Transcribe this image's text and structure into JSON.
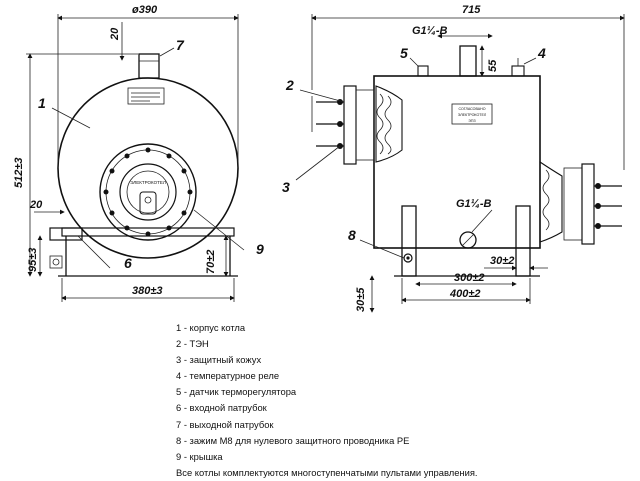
{
  "dimensions": {
    "diameter": "ø390",
    "length": "715",
    "height": "512±3",
    "base_width": "380±3",
    "outlet_offset": "20",
    "side_offset": "20",
    "inlet_height": "95±3",
    "foot_height": "70±2",
    "port_height": "55",
    "foot_inner": "30±2",
    "foot_span_inner": "300±2",
    "foot_span_outer": "400±2",
    "bottom_offset": "30±5",
    "thread_top": "G1¼-B",
    "thread_side": "G1¼-B"
  },
  "callouts": [
    "1",
    "2",
    "3",
    "4",
    "5",
    "6",
    "7",
    "8",
    "9"
  ],
  "plates": {
    "front_nameplate": "ЭЛЕКТРОКОТЕЛ",
    "side_plate_line1": "СОГЛАСОВАНО",
    "side_plate_line2": "ЭЛЕКТРОКОТЕЛ",
    "side_plate_line3": "ЭПЗ"
  },
  "legend": [
    "1 - корпус котла",
    "2 - ТЭН",
    "3 - защитный кожух",
    "4 - температурное реле",
    "5 - датчик терморегулятора",
    "6 - входной патрубок",
    "7 - выходной патрубок",
    "8 - зажим М8 для нулевого защитного проводника PE",
    "9 - крышка"
  ],
  "note": "Все котлы комплектуются многоступенчатыми пультами управления."
}
